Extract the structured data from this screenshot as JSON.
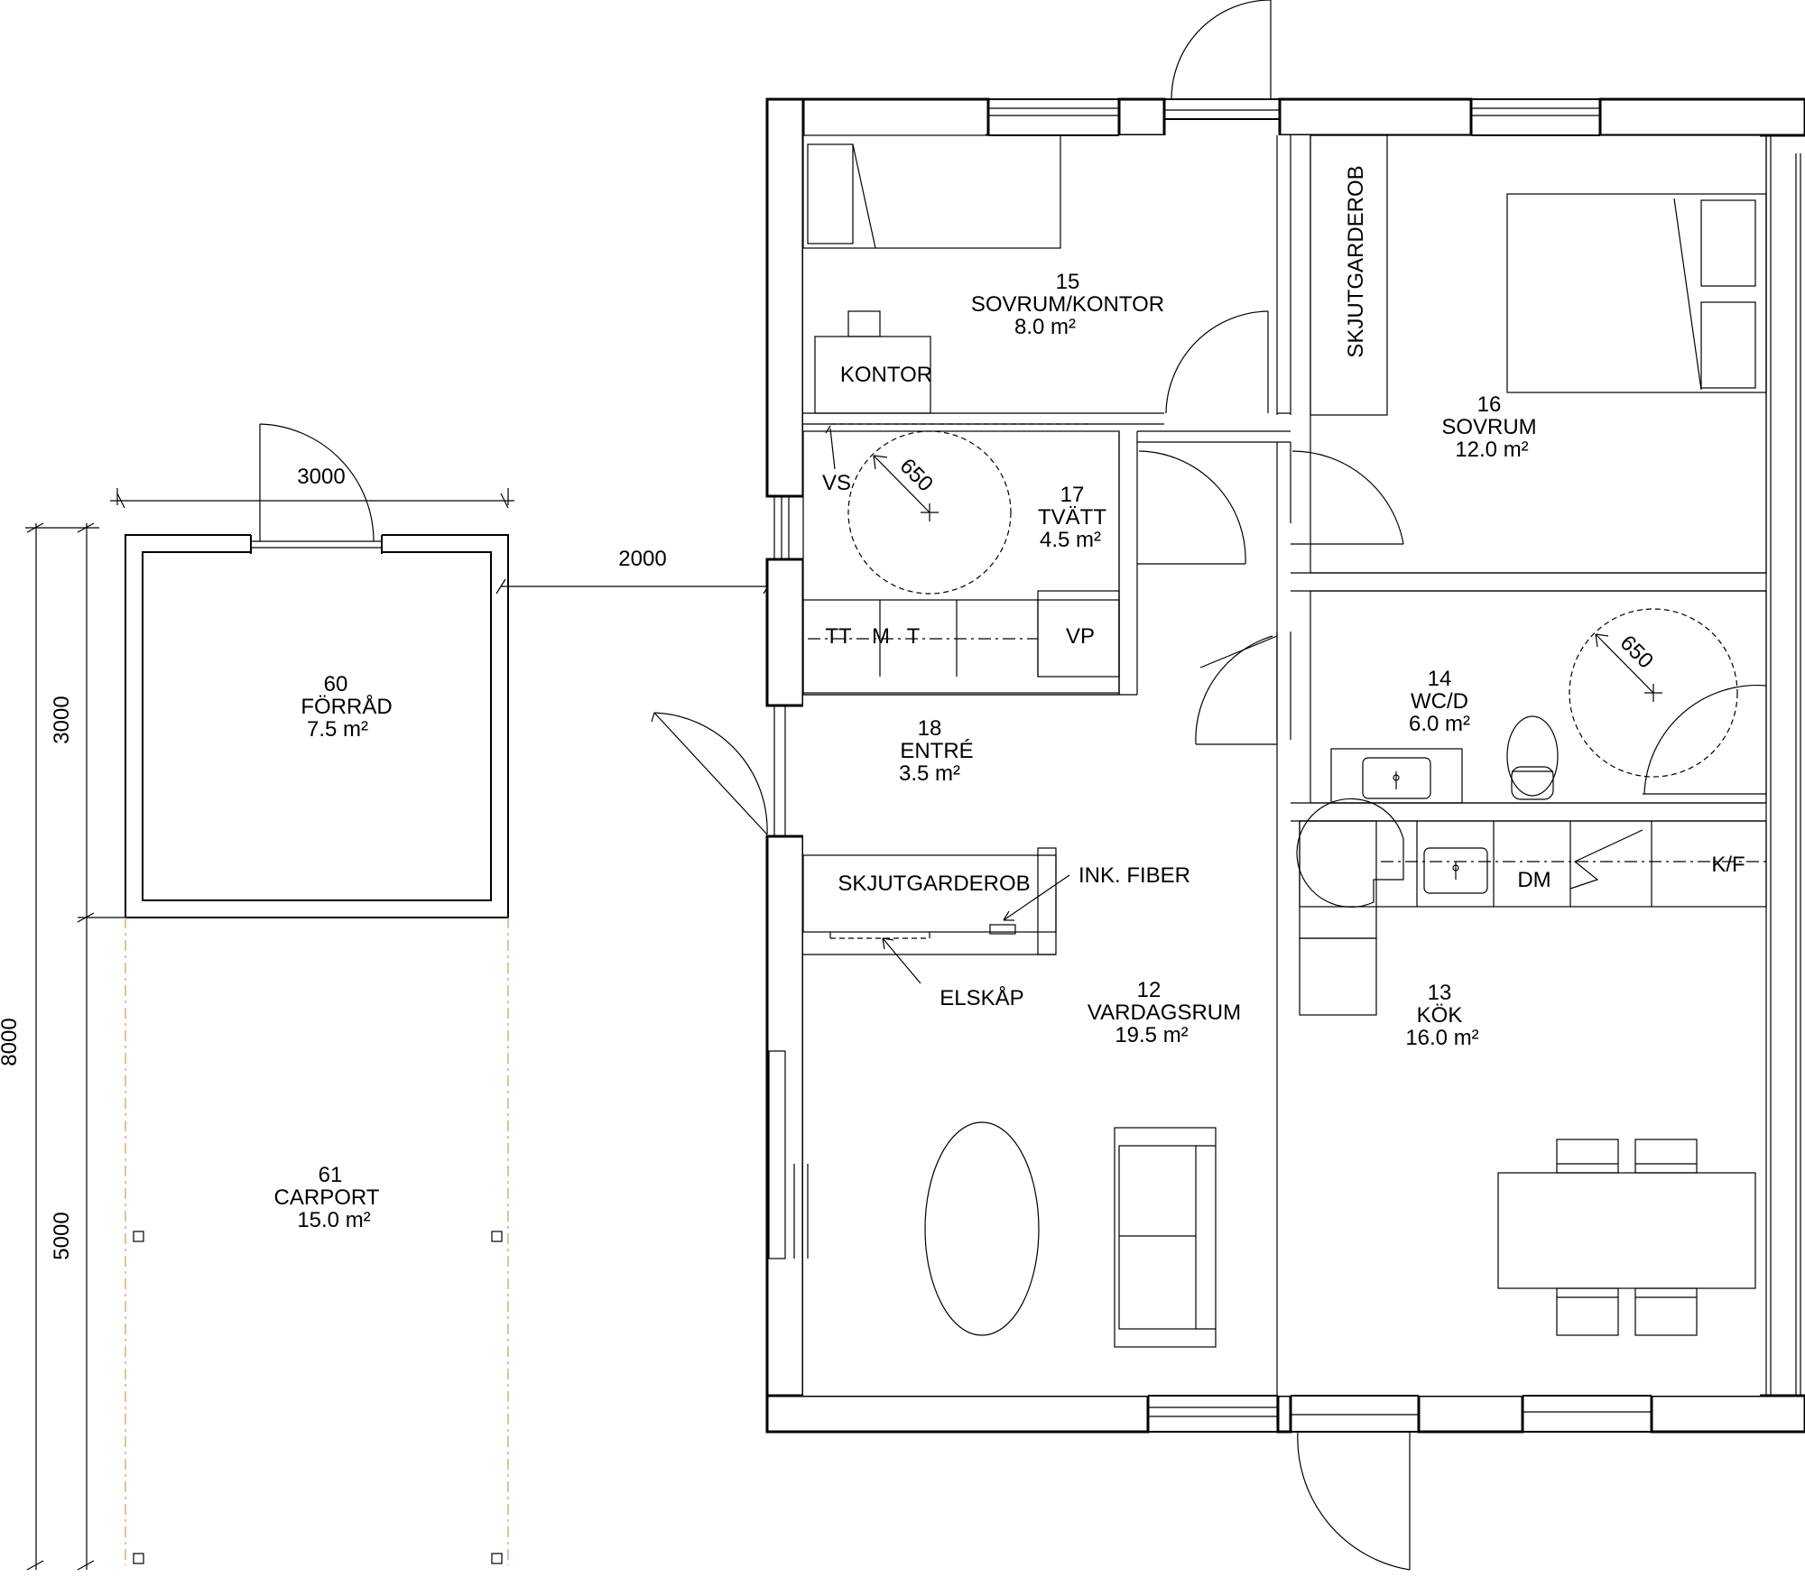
{
  "rooms": [
    {
      "num": "15",
      "name": "SOVRUM/KONTOR",
      "area": "8.0 m²"
    },
    {
      "num": "16",
      "name": "SOVRUM",
      "area": "12.0 m²"
    },
    {
      "num": "17",
      "name": "TVÄTT",
      "area": "4.5 m²"
    },
    {
      "num": "14",
      "name": "WC/D",
      "area": "6.0 m²"
    },
    {
      "num": "18",
      "name": "ENTRÉ",
      "area": "3.5 m²"
    },
    {
      "num": "12",
      "name": "VARDAGSRUM",
      "area": "19.5 m²"
    },
    {
      "num": "13",
      "name": "KÖK",
      "area": "16.0 m²"
    },
    {
      "num": "60",
      "name": "FÖRRÅD",
      "area": "7.5 m²"
    },
    {
      "num": "61",
      "name": "CARPORT",
      "area": "15.0 m²"
    }
  ],
  "labels": {
    "kontor": "KONTOR",
    "skjutgarderob_bedroom": "SKJUTGARDEROB",
    "skjutgarderob_hall": "SKJUTGARDEROB",
    "ink_fiber": "INK. FIBER",
    "elskap": "ELSKÅP",
    "vs": "VS",
    "tt": "TT",
    "m": "M",
    "t": "T",
    "vp": "VP",
    "dm": "DM",
    "kf": "K/F",
    "turn1": "650",
    "turn2": "650"
  },
  "dimensions": {
    "storage_width": "3000",
    "gap_to_house": "2000",
    "storage_depth": "3000",
    "carport_depth": "5000",
    "total_depth": "8000"
  }
}
